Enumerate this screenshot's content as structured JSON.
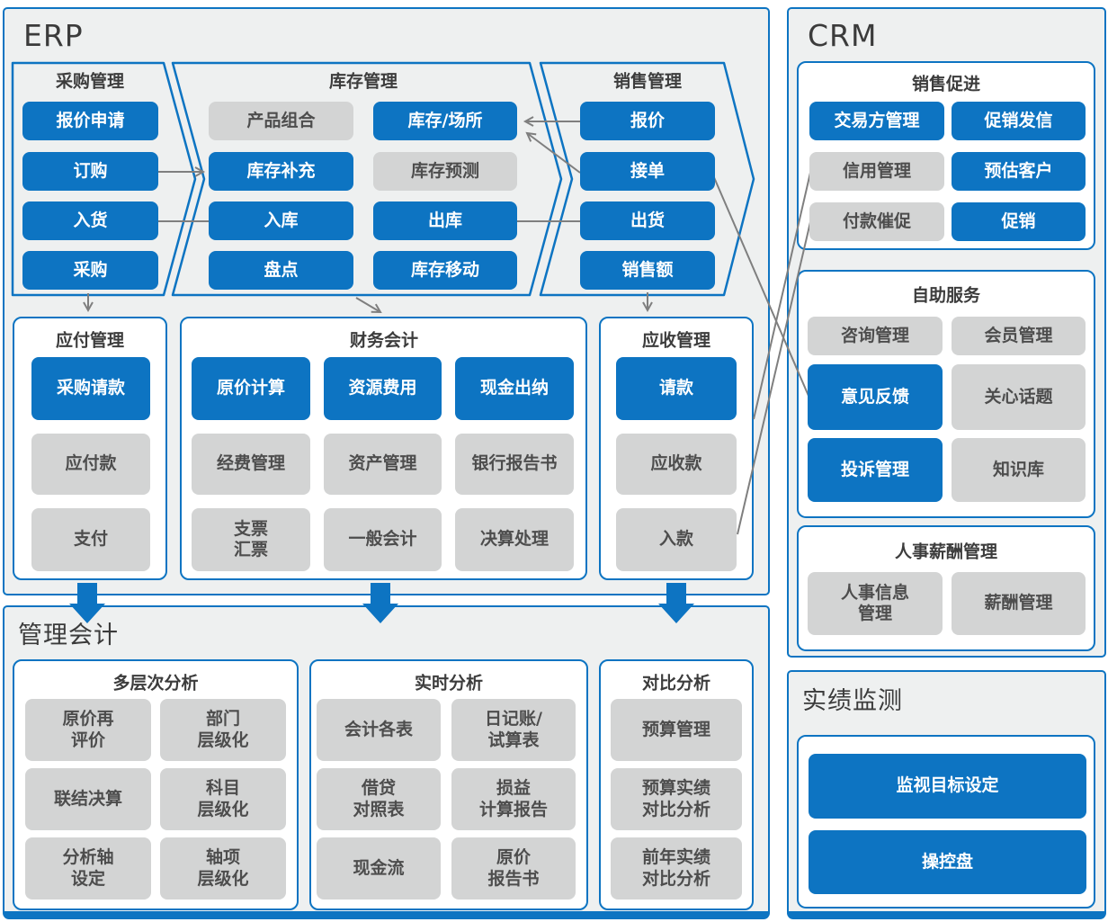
{
  "colors": {
    "blue": "#0d74c2",
    "gray_box": "#d3d4d4",
    "panel_bg": "#eef0f0",
    "connector": "#7f7f7f"
  },
  "erp": {
    "title": "ERP",
    "purchase": {
      "header": "采购管理",
      "items": [
        "报价申请",
        "订购",
        "入货",
        "采购"
      ]
    },
    "inventory": {
      "header": "库存管理",
      "items": [
        "产品组合",
        "库存/场所",
        "库存补充",
        "库存预测",
        "入库",
        "出库",
        "盘点",
        "库存移动"
      ]
    },
    "sales": {
      "header": "销售管理",
      "items": [
        "报价",
        "接单",
        "出货",
        "销售额"
      ]
    },
    "payable": {
      "header": "应付管理",
      "items": [
        "采购请款",
        "应付款",
        "支付"
      ]
    },
    "finance": {
      "header": "财务会计",
      "items": [
        "原价计算",
        "资源费用",
        "现金出纳",
        "经费管理",
        "资产管理",
        "银行报告书",
        "支票\n汇票",
        "一般会计",
        "决算处理"
      ]
    },
    "receivable": {
      "header": "应收管理",
      "items": [
        "请款",
        "应收款",
        "入款"
      ]
    }
  },
  "management_accounting": {
    "title": "管理会计",
    "multilevel": {
      "header": "多层次分析",
      "items": [
        "原价再\n评价",
        "部门\n层级化",
        "联结决算",
        "科目\n层级化",
        "分析轴\n设定",
        "轴项\n层级化"
      ]
    },
    "realtime": {
      "header": "实时分析",
      "items": [
        "会计各表",
        "日记账/\n试算表",
        "借贷\n对照表",
        "损益\n计算报告",
        "现金流",
        "原价\n报告书"
      ]
    },
    "comparison": {
      "header": "对比分析",
      "items": [
        "预算管理",
        "预算实绩\n对比分析",
        "前年实绩\n对比分析"
      ]
    }
  },
  "crm": {
    "title": "CRM",
    "sales_promotion": {
      "header": "销售促进",
      "items": [
        "交易方管理",
        "促销发信",
        "信用管理",
        "预估客户",
        "付款催促",
        "促销"
      ]
    },
    "self_service": {
      "header": "自助服务",
      "items": [
        "咨询管理",
        "会员管理",
        "意见反馈",
        "关心话题",
        "投诉管理",
        "知识库"
      ]
    },
    "hr_payroll": {
      "header": "人事薪酬管理",
      "items": [
        "人事信息\n管理",
        "薪酬管理"
      ]
    }
  },
  "performance": {
    "title": "实绩监测",
    "items": [
      "监视目标设定",
      "操控盘"
    ]
  }
}
